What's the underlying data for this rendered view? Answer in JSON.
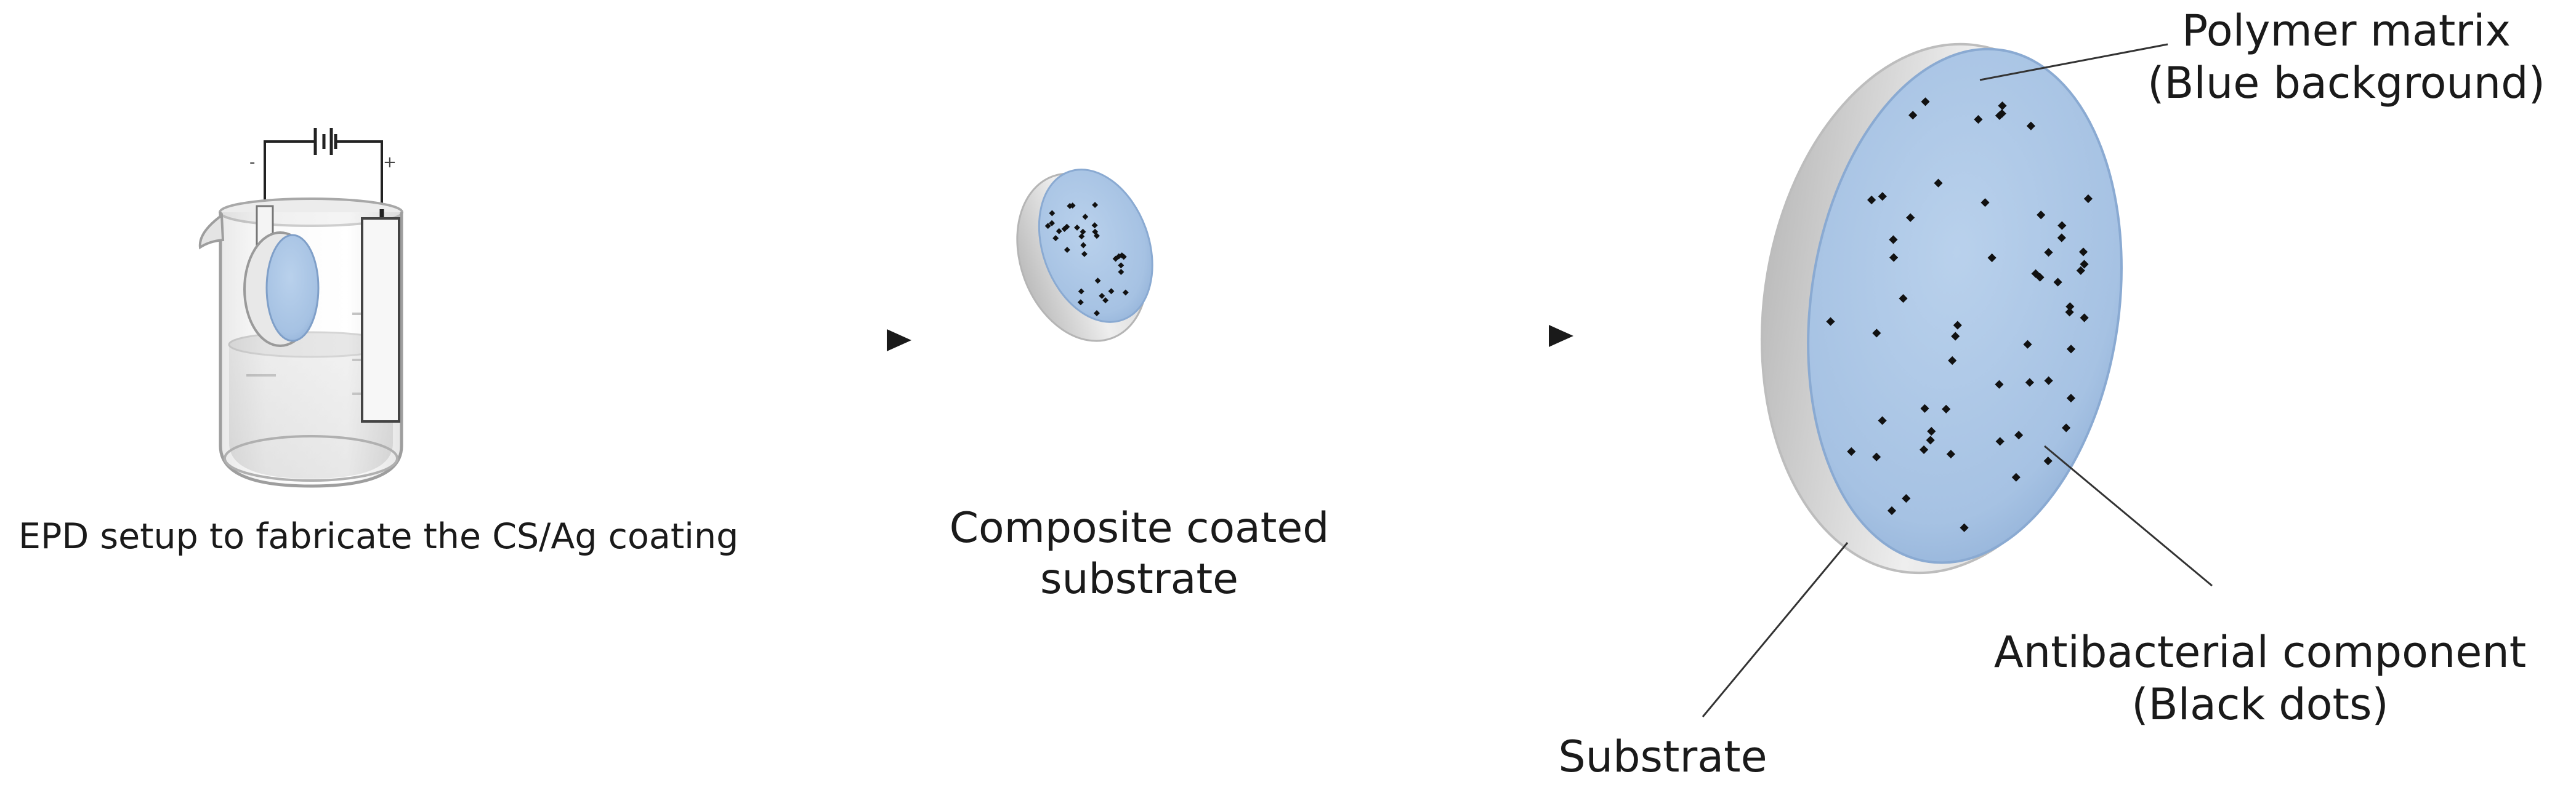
{
  "labels": {
    "epd_setup": "EPD setup to fabricate the CS/Ag coating",
    "composite_line1": "Composite coated",
    "composite_line2": "substrate",
    "polymer_line1": "Polymer matrix",
    "polymer_line2": "(Blue background)",
    "antibacterial_line1": "Antibacterial component",
    "antibacterial_line2": "(Black dots)",
    "substrate": "Substrate"
  },
  "colors": {
    "polymer_blue": "#a9c5e4",
    "polymer_blue_dark": "#86a8d0",
    "substrate_gray": "#dcdcdc",
    "dot_black": "#111111",
    "arrow": "#1a1a1a",
    "leader_line": "#333333",
    "electrode_red": "#c62828"
  },
  "icons": {
    "beaker": "beaker-icon",
    "battery": "battery-icon",
    "arrow": "arrow-right-icon"
  },
  "electrode_signs": {
    "negative": "-",
    "positive": "+"
  }
}
